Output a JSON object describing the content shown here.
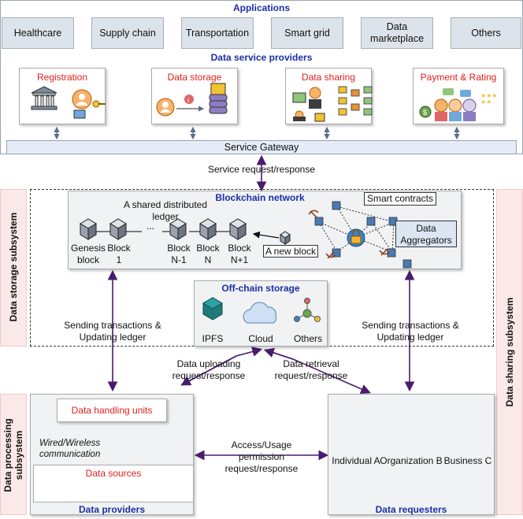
{
  "applications": {
    "title": "Applications",
    "items": [
      "Healthcare",
      "Supply chain",
      "Transportation",
      "Smart grid",
      "Data marketplace",
      "Others"
    ]
  },
  "data_service_providers": {
    "title": "Data service providers",
    "services": [
      "Registration",
      "Data storage",
      "Data sharing",
      "Payment & Rating"
    ],
    "gateway": "Service Gateway"
  },
  "links": {
    "service_request": "Service request/response",
    "sending_left": "Sending transactions & Updating ledger",
    "sending_right": "Sending transactions & Updating ledger",
    "uploading": "Data uploading request/response",
    "retrieval": "Data retrieval request/response",
    "access": "Access/Usage permission request/response",
    "wireless": "Wired/Wireless communication"
  },
  "blockchain": {
    "title": "Blockchain network",
    "shared_ledger": "A shared distributed ledger",
    "ellipsis": "...",
    "blocks": [
      "Genesis block",
      "Block 1",
      "Block N-1",
      "Block N",
      "Block N+1"
    ],
    "new_block": "A new block",
    "smart_contracts": "Smart contracts",
    "aggregators": "Data Aggregators"
  },
  "offchain": {
    "title": "Off-chain storage",
    "items": [
      "IPFS",
      "Cloud",
      "Others"
    ]
  },
  "subsystems": {
    "storage": "Data storage subsystem",
    "sharing": "Data sharing subsystem",
    "processing": "Data processing subsystem"
  },
  "providers": {
    "title": "Data providers",
    "handling": "Data handling units",
    "sources": "Data sources"
  },
  "requesters": {
    "title": "Data requesters",
    "items": [
      "Individual A",
      "Organization B",
      "Business C"
    ]
  },
  "colors": {
    "title_blue": "#1a2fa8",
    "label_red": "#e0201c",
    "arrow_purple": "#4a1a6e",
    "pink_band": "#fbe9ea"
  }
}
